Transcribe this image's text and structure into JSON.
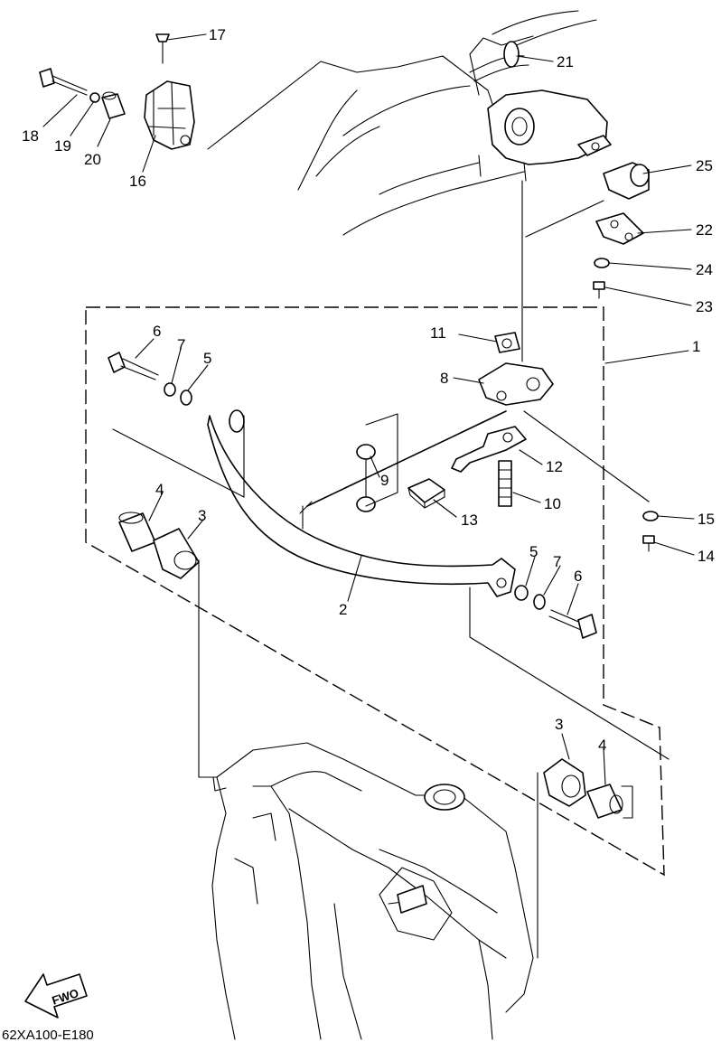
{
  "diagram_code": "62XA100-E180",
  "fwd_arrow_label": "FWO",
  "callouts": [
    {
      "id": "c17",
      "text": "17"
    },
    {
      "id": "c21",
      "text": "21"
    },
    {
      "id": "c18",
      "text": "18"
    },
    {
      "id": "c19",
      "text": "19"
    },
    {
      "id": "c20",
      "text": "20"
    },
    {
      "id": "c16",
      "text": "16"
    },
    {
      "id": "c25",
      "text": "25"
    },
    {
      "id": "c22",
      "text": "22"
    },
    {
      "id": "c24",
      "text": "24"
    },
    {
      "id": "c23",
      "text": "23"
    },
    {
      "id": "c1",
      "text": "1"
    },
    {
      "id": "c11",
      "text": "11"
    },
    {
      "id": "c6a",
      "text": "6"
    },
    {
      "id": "c7a",
      "text": "7"
    },
    {
      "id": "c5a",
      "text": "5"
    },
    {
      "id": "c8",
      "text": "8"
    },
    {
      "id": "c9",
      "text": "9"
    },
    {
      "id": "c12",
      "text": "12"
    },
    {
      "id": "c10",
      "text": "10"
    },
    {
      "id": "c13",
      "text": "13"
    },
    {
      "id": "c4a",
      "text": "4"
    },
    {
      "id": "c3a",
      "text": "3"
    },
    {
      "id": "c15",
      "text": "15"
    },
    {
      "id": "c14",
      "text": "14"
    },
    {
      "id": "c5b",
      "text": "5"
    },
    {
      "id": "c7b",
      "text": "7"
    },
    {
      "id": "c6b",
      "text": "6"
    },
    {
      "id": "c2",
      "text": "2"
    },
    {
      "id": "c3b",
      "text": "3"
    },
    {
      "id": "c4b",
      "text": "4"
    }
  ]
}
